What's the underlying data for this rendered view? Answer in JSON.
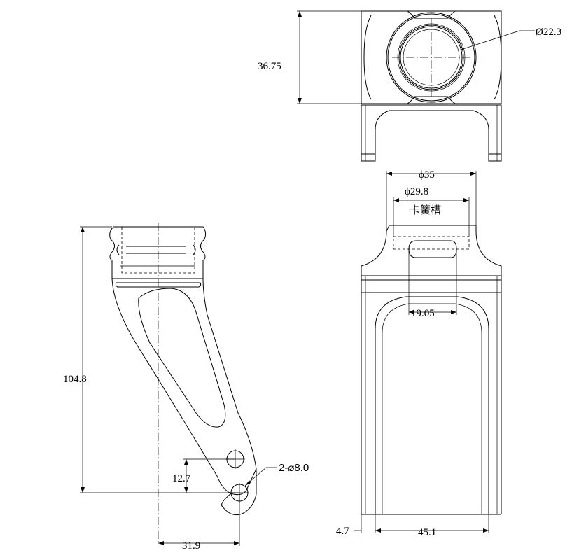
{
  "dimensions": {
    "top_height": "36.75",
    "bore_diameter": "Ø22.3",
    "outer_diameter": "ϕ35",
    "groove_diameter": "ϕ29.8",
    "groove_label": "卡簧槽",
    "slot_width": "19.05",
    "overall_height": "104.8",
    "hole_spacing": "12.7",
    "hole_callout": "2-⌀8.0",
    "offset": "31.9",
    "wall_thickness": "4.7",
    "inner_width": "45.1"
  }
}
